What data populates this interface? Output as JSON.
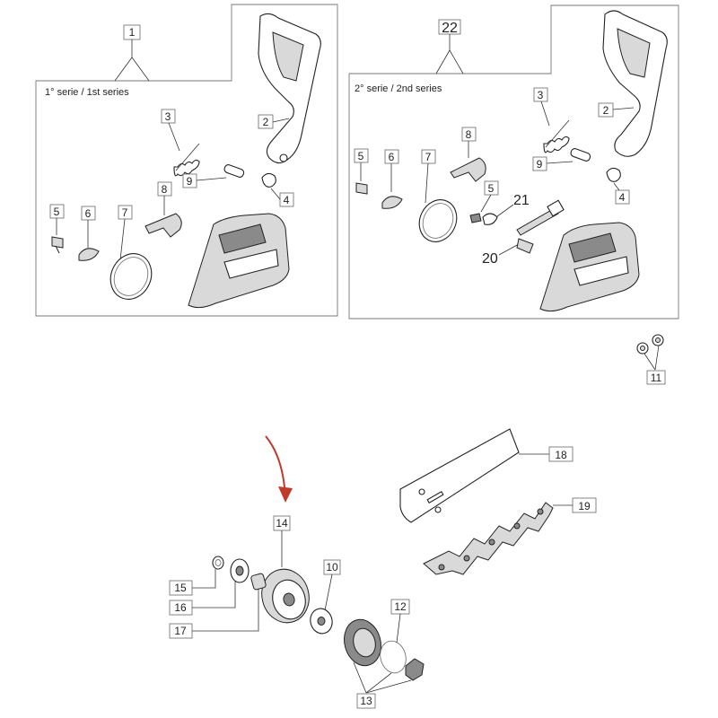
{
  "groups": {
    "first": {
      "callout": "1",
      "label": "1° serie / 1st series"
    },
    "second": {
      "callout": "22",
      "label": "2° serie / 2nd series"
    }
  },
  "callouts": {
    "g1_2": "2",
    "g1_3": "3",
    "g1_4": "4",
    "g1_5": "5",
    "g1_6": "6",
    "g1_7": "7",
    "g1_8": "8",
    "g1_9": "9",
    "g2_2": "2",
    "g2_3": "3",
    "g2_4": "4",
    "g2_5a": "5",
    "g2_5b": "5",
    "g2_6": "6",
    "g2_7": "7",
    "g2_8": "8",
    "g2_9": "9",
    "g2_20": "20",
    "g2_21": "21",
    "p10": "10",
    "p11": "11",
    "p12": "12",
    "p13": "13",
    "p14": "14",
    "p15": "15",
    "p16": "16",
    "p17": "17",
    "p18": "18",
    "p19": "19"
  },
  "colors": {
    "arrow": "#c0392b",
    "line": "#333333"
  }
}
